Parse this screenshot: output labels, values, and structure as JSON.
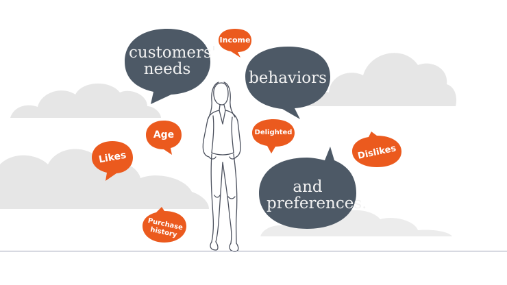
{
  "dark_bubbles": {
    "customers_needs": "customers' needs",
    "behaviors": "behaviors",
    "and_preferences": "and preferences."
  },
  "orange_bubbles": {
    "income": "Income",
    "age": "Age",
    "likes": "Likes",
    "delighted": "Delighted",
    "dislikes": "Dislikes",
    "purchase_history": "Purchase history"
  },
  "colors": {
    "dark_bubble": "#4d5966",
    "orange_bubble": "#eb5a1e",
    "cloud": "#e5e5e5",
    "ground_line": "#9aa0b4"
  }
}
